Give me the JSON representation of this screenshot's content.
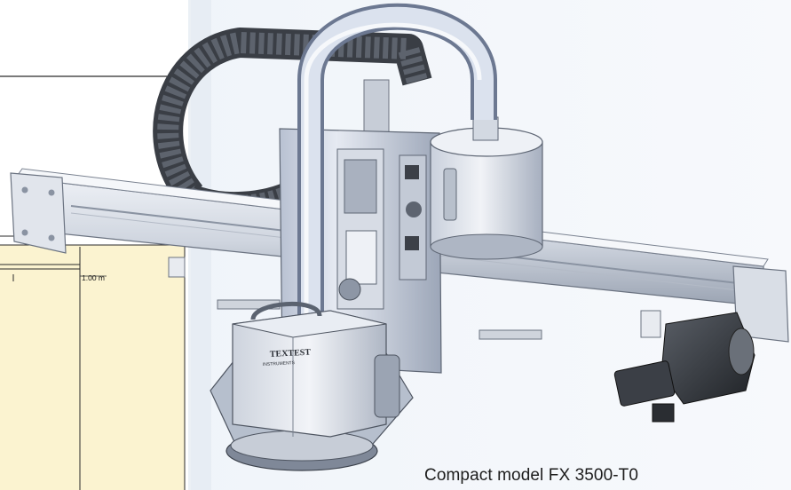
{
  "drawing": {
    "dimension_label": "1.00 m"
  },
  "machine": {
    "brand_line1": "TEXTEST",
    "brand_line2": "INSTRUMENTS",
    "caption": "Compact model FX 3500-T0"
  }
}
